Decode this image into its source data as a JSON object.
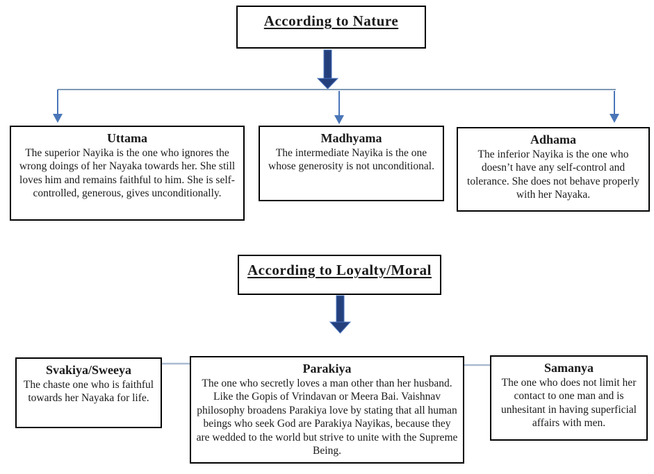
{
  "diagram": {
    "sections": [
      {
        "title": "According to Nature",
        "nodes": [
          {
            "title": "Uttama",
            "description": "The superior Nayika is the one who ignores the wrong doings of her Nayaka towards her. She still loves him and remains faithful to him. She is self-controlled, generous, gives unconditionally."
          },
          {
            "title": "Madhyama",
            "description": "The intermediate Nayika is the one whose generosity is not unconditional."
          },
          {
            "title": "Adhama",
            "description": "The inferior Nayika is the one who doesn’t have any self-control and tolerance. She does not behave properly with her Nayaka."
          }
        ]
      },
      {
        "title": "According to Loyalty/Moral",
        "nodes": [
          {
            "title": "Svakiya/Sweeya",
            "description": "The chaste one who is faithful towards her Nayaka for life."
          },
          {
            "title": "Parakiya",
            "description": "The one who secretly loves a man other than her husband. Like the Gopis of Vrindavan or Meera Bai. Vaishnav philosophy broadens Parakiya love by stating that all human beings who seek God are Parakiya Nayikas, because they are wedded to the world but strive to unite with the Supreme Being."
          },
          {
            "title": "Samanya",
            "description": "The one who does not limit her contact to one man and is unhesitant in having superficial affairs with men."
          }
        ]
      }
    ],
    "colors": {
      "thick_arrow_fill": "#24407c",
      "thick_arrow_edge": "#4a74c0",
      "thin_arrow": "#4a76b8",
      "branch_line": "#7e99b5",
      "link_line": "#a9b9d2",
      "box_border": "#000000"
    }
  }
}
